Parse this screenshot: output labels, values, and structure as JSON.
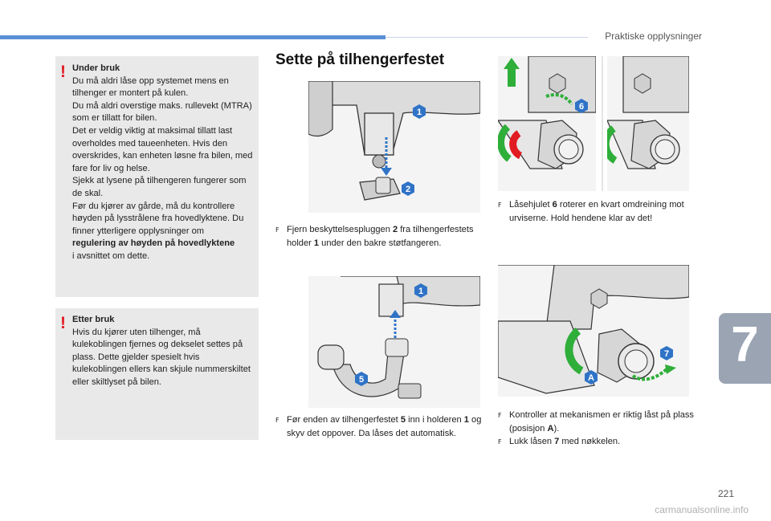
{
  "header": {
    "section": "Praktiske opplysninger"
  },
  "chapter_tab": "7",
  "page_number": "221",
  "watermark": "carmanualsonline.info",
  "warning_box_1": {
    "icon": "!",
    "title": "Under bruk",
    "lines": [
      "Du må aldri låse opp systemet mens en tilhenger er montert på kulen.",
      "Du må aldri overstige maks. rullevekt (MTRA) som er tillatt for bilen.",
      "Det er veldig viktig at maksimal tillatt last overholdes med taueenheten. Hvis den overskrides, kan enheten løsne fra bilen, med fare for liv og helse.",
      "Sjekk at lysene på tilhengeren fungerer som de skal.",
      "Før du kjører av gårde, må du kontrollere høyden på lysstrålene fra hovedlyktene. Du finner ytterligere opplysninger om"
    ],
    "bold_ref": "regulering av høyden på hovedlyktene",
    "tail": "i avsnittet om dette."
  },
  "warning_box_2": {
    "icon": "!",
    "title": "Etter bruk",
    "text": "Hvis du kjører uten tilhenger, må kulekoblingen fjernes og dekselet settes på plass. Dette gjelder spesielt hvis kulekoblingen ellers kan skjule nummerskiltet eller skiltlyset på bilen."
  },
  "section_title": "Sette på tilhengerfestet",
  "figures": {
    "fig1": {
      "labels": [
        "1",
        "2"
      ]
    },
    "fig2": {
      "labels": [
        "1",
        "5"
      ]
    },
    "fig3": {
      "labels": [
        "6"
      ]
    },
    "fig5": {
      "labels": [
        "7",
        "A"
      ]
    }
  },
  "steps": {
    "step1": {
      "bullet": "F",
      "pre": "Fjern beskyttelsespluggen ",
      "b1": "2",
      "mid": " fra tilhengerfestets holder ",
      "b2": "1",
      "post": " under den bakre støtfangeren."
    },
    "step2": {
      "bullet": "F",
      "pre": "Før enden av tilhengerfestet ",
      "b1": "5",
      "mid": " inn i holderen ",
      "b2": "1",
      "post": " og skyv det oppover. Da låses det automatisk."
    },
    "step3": {
      "bullet": "F",
      "pre": "Låsehjulet ",
      "b1": "6",
      "post": " roterer en kvart omdreining mot urviserne. Hold hendene klar av det!"
    },
    "step4": {
      "bullet": "F",
      "pre": "Kontroller at mekanismen er riktig låst på plass (posisjon ",
      "b1": "A",
      "post": ")."
    },
    "step5": {
      "bullet": "F",
      "pre": "Lukk låsen ",
      "b1": "7",
      "post": " med nøkkelen."
    }
  },
  "colors": {
    "accent_blue": "#5a8fd6",
    "warning_red": "#e11b22",
    "badge_blue": "#2f73c7",
    "lock_green": "#2fae3a",
    "tab_gray": "#9aa4b3"
  }
}
